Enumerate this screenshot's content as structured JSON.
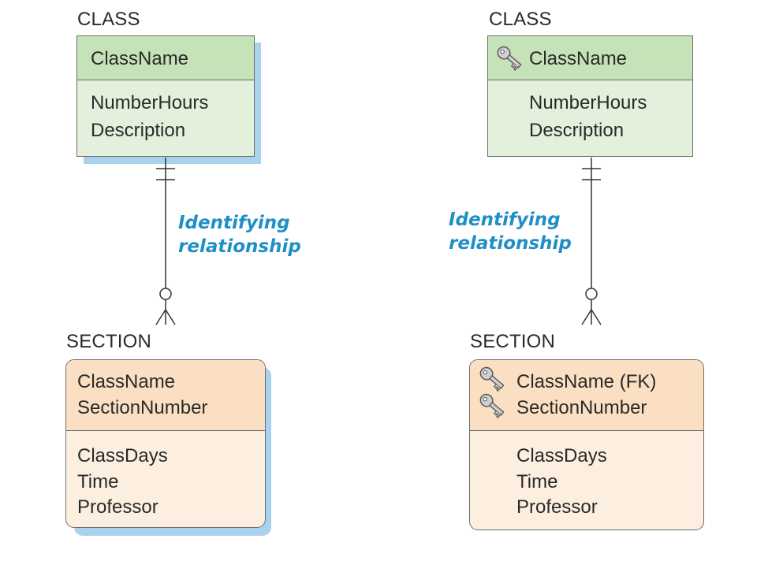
{
  "left": {
    "class": {
      "name": "CLASS",
      "key_attributes": [
        "ClassName"
      ],
      "attributes": [
        "NumberHours",
        "Description"
      ]
    },
    "section": {
      "name": "SECTION",
      "key_attributes": [
        "ClassName",
        "SectionNumber"
      ],
      "attributes": [
        "ClassDays",
        "Time",
        "Professor"
      ]
    },
    "relationship": {
      "line1": "Identifying",
      "line2": "relationship"
    }
  },
  "right": {
    "class": {
      "name": "CLASS",
      "key_attributes": [
        "ClassName"
      ],
      "attributes": [
        "NumberHours",
        "Description"
      ]
    },
    "section": {
      "name": "SECTION",
      "key_attributes": [
        "ClassName (FK)",
        "SectionNumber"
      ],
      "attributes": [
        "ClassDays",
        "Time",
        "Professor"
      ]
    },
    "relationship": {
      "line1": "Identifying",
      "line2": "relationship"
    }
  },
  "colors": {
    "class_key_fill": "#c6e2b8",
    "class_body_fill": "#e2f0dc",
    "section_key_fill": "#fbdfc2",
    "section_body_fill": "#fcefdf",
    "shadow": "#a9d2ec",
    "relationship_label": "#1f8fc6",
    "border": "#6d6d6d"
  },
  "icons": [
    "key-icon"
  ]
}
